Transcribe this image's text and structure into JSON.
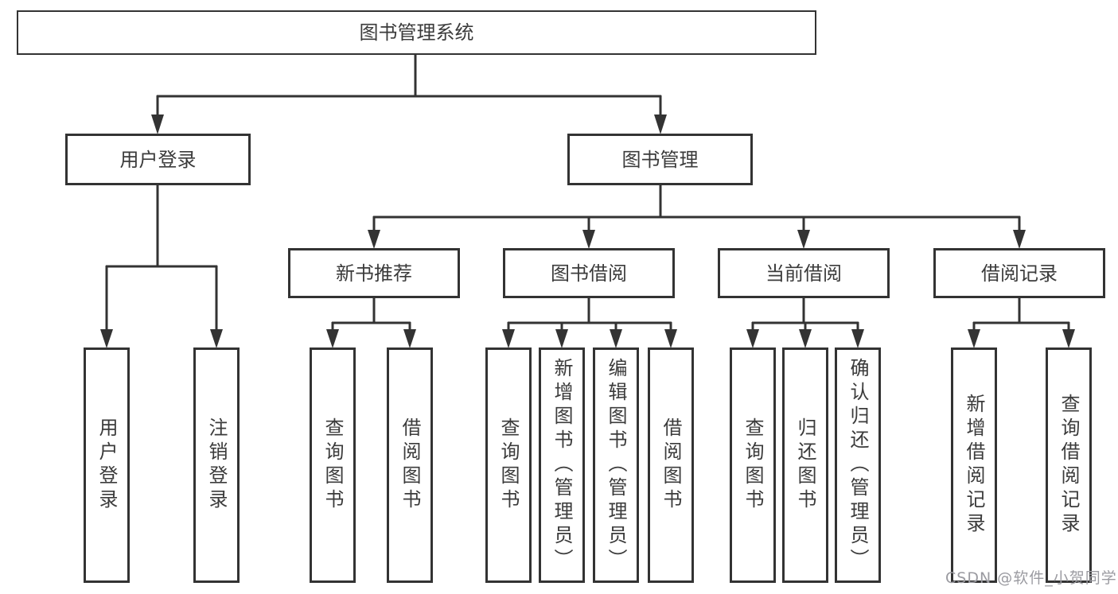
{
  "diagram": {
    "root": {
      "label": "图书管理系统"
    },
    "level2": [
      {
        "label": "用户登录"
      },
      {
        "label": "图书管理"
      }
    ],
    "level3": [
      {
        "label": "新书推荐"
      },
      {
        "label": "图书借阅"
      },
      {
        "label": "当前借阅"
      },
      {
        "label": "借阅记录"
      }
    ],
    "leaves": {
      "user_login": [
        "用户登录",
        "注销登录"
      ],
      "new_book": [
        "查询图书",
        "借阅图书"
      ],
      "borrow": [
        "查询图书",
        "新增图书（管理员）",
        "编辑图书（管理员）",
        "借阅图书"
      ],
      "current": [
        "查询图书",
        "归还图书",
        "确认归还（管理员）"
      ],
      "records": [
        "新增借阅记录",
        "查询借阅记录"
      ]
    }
  },
  "watermark": {
    "text": "CSDN @软件_小贺同学"
  },
  "colors": {
    "line": "#333333",
    "text": "#3b3b3b",
    "watermark": "#9b9ba1",
    "background": "#ffffff"
  }
}
